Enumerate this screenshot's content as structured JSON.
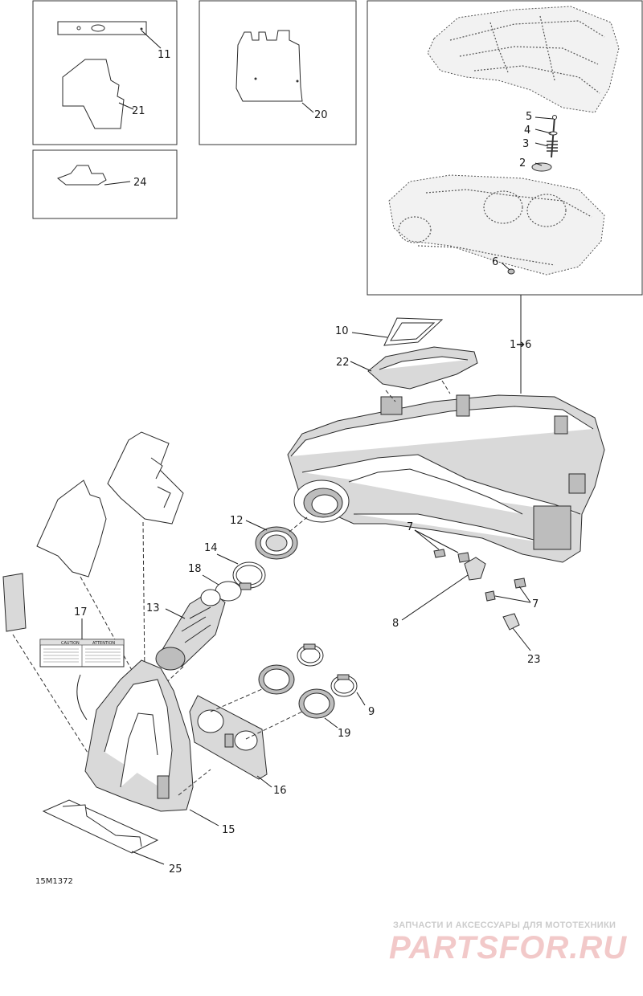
{
  "diagram": {
    "figure_id": "15M1372",
    "callouts": {
      "c1_6": "1➔6",
      "c2": "2",
      "c3": "3",
      "c4": "4",
      "c5": "5",
      "c6": "6",
      "c7a": "7",
      "c7b": "7",
      "c8": "8",
      "c9": "9",
      "c10": "10",
      "c11": "11",
      "c12": "12",
      "c13": "13",
      "c14": "14",
      "c15": "15",
      "c16": "16",
      "c17": "17",
      "c18": "18",
      "c19": "19",
      "c20": "20",
      "c21": "21",
      "c22": "22",
      "c23": "23",
      "c24": "24",
      "c25": "25"
    },
    "label_17": {
      "left_heading": "CAUTION",
      "right_heading": "ATTENTION"
    }
  },
  "watermark": {
    "tagline": "ЗАПЧАСТИ И АКСЕССУАРЫ ДЛЯ МОТОТЕХНИКИ",
    "logo": "PARTSFOR.RU",
    "logo_color": "#f2c9c9"
  }
}
